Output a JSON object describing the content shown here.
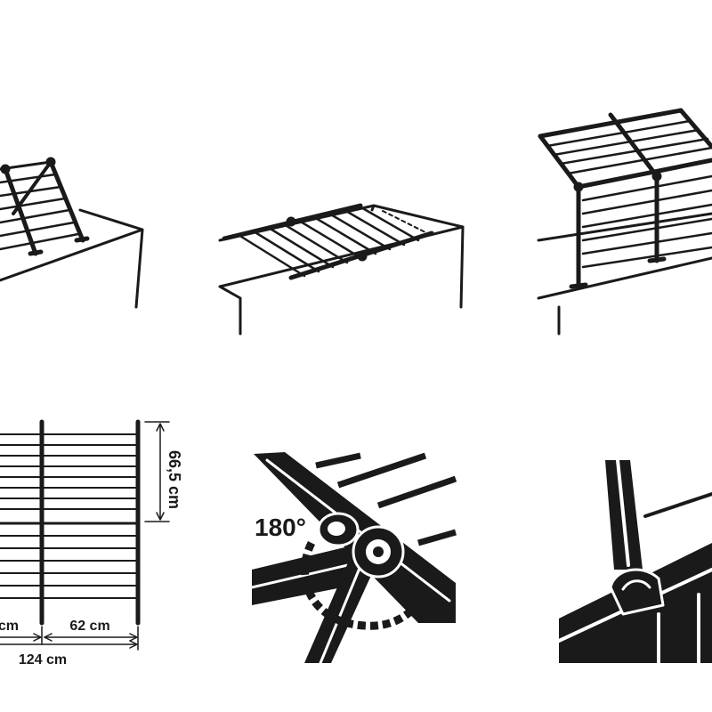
{
  "labels": {
    "height": "66,5 cm",
    "left_width": "cm",
    "right_width": "62 cm",
    "total_width": "124 cm",
    "rotation": "180°"
  },
  "colors": {
    "ink": "#1a1a1a",
    "paper": "#ffffff"
  }
}
